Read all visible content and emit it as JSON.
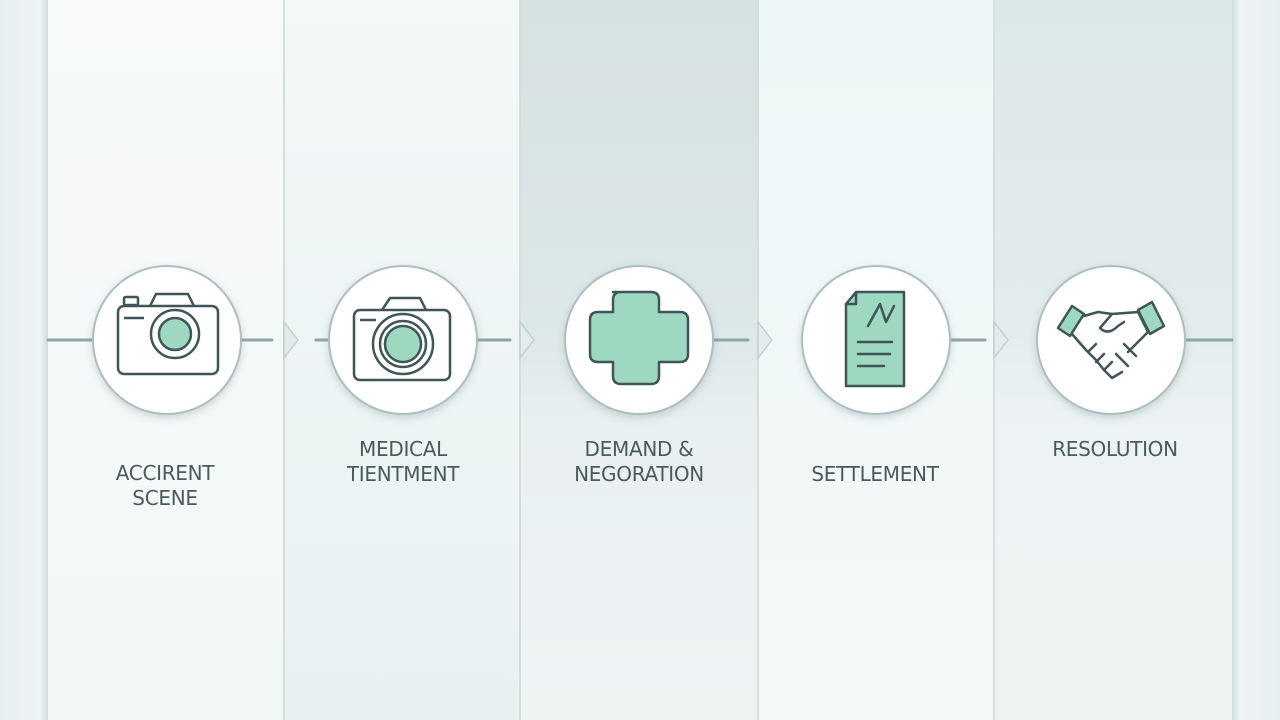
{
  "steps": [
    {
      "id": "accident-scene",
      "label_lines": [
        "ACCIRENT",
        "SCENE"
      ],
      "icon": "camera-icon"
    },
    {
      "id": "medical-treatment",
      "label_lines": [
        "MEDICAL",
        "TIENTMENT"
      ],
      "icon": "camera-icon"
    },
    {
      "id": "demand-negotiation",
      "label_lines": [
        "DEMAND &",
        "NEGORATION"
      ],
      "icon": "medical-cross-icon"
    },
    {
      "id": "settlement",
      "label_lines": [
        "SETTLEMENT"
      ],
      "icon": "document-icon"
    },
    {
      "id": "resolution",
      "label_lines": [
        "RESOLUTION"
      ],
      "icon": "handshake-icon"
    }
  ],
  "colors": {
    "line": "#8ea4a6",
    "icon_stroke": "#3f5557",
    "icon_fill": "#9fd8c1",
    "circle_fill": "#ffffff",
    "circle_stroke": "#9db0b2",
    "label_text": "#4a5b5d"
  }
}
